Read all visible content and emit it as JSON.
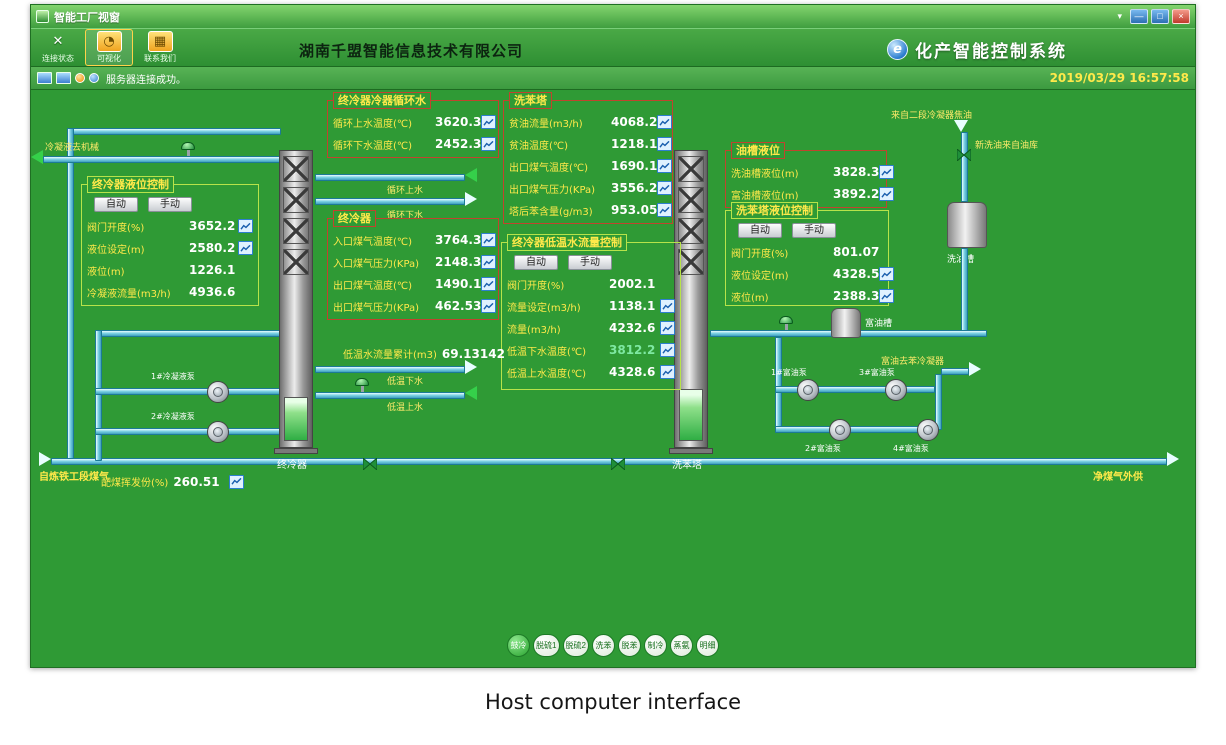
{
  "window": {
    "title": "智能工厂视窗",
    "caret": "▾",
    "minimize": "—",
    "maximize": "□",
    "close": "×"
  },
  "toolbar": {
    "buttons": [
      {
        "label": "连接状态",
        "glyph": "✕"
      },
      {
        "label": "可视化",
        "glyph": "◔"
      },
      {
        "label": "联系我们",
        "glyph": "▦"
      }
    ],
    "company": "湖南千盟智能信息技术有限公司",
    "logo_glyph": "e",
    "system_name": "化产智能控制系统"
  },
  "statusbar": {
    "message": "服务器连接成功。",
    "datetime": "2019/03/29 16:57:58"
  },
  "mode_buttons": {
    "auto": "自动",
    "manual": "手动"
  },
  "panels": {
    "circ": {
      "title": "终冷器冷器循环水",
      "rows": [
        {
          "label": "循环上水温度(℃)",
          "value": "3620.3",
          "icon": true
        },
        {
          "label": "循环下水温度(℃)",
          "value": "2452.3",
          "icon": true
        }
      ]
    },
    "tower_wash": {
      "title": "洗苯塔",
      "rows": [
        {
          "label": "贫油流量(m3/h)",
          "value": "4068.2",
          "icon": true
        },
        {
          "label": "贫油温度(℃)",
          "value": "1218.1",
          "icon": true
        },
        {
          "label": "出口煤气温度(℃)",
          "value": "1690.1",
          "icon": true
        },
        {
          "label": "出口煤气压力(KPa)",
          "value": "3556.2",
          "icon": true
        },
        {
          "label": "塔后苯含量(g/m3)",
          "value": "953.05",
          "icon": true
        }
      ]
    },
    "oil_tanks": {
      "title": "油槽液位",
      "rows": [
        {
          "label": "洗油槽液位(m)",
          "value": "3828.3",
          "icon": true
        },
        {
          "label": "富油槽液位(m)",
          "value": "3892.2",
          "icon": true
        }
      ]
    },
    "cooler_level": {
      "title": "终冷器液位控制",
      "rows": [
        {
          "label": "阀门开度(%)",
          "value": "3652.2",
          "icon": true
        },
        {
          "label": "液位设定(m)",
          "value": "2580.2",
          "icon": true
        },
        {
          "label": "液位(m)",
          "value": "1226.1",
          "icon": false
        },
        {
          "label": "冷凝液流量(m3/h)",
          "value": "4936.6",
          "icon": false
        }
      ]
    },
    "cooler": {
      "title": "终冷器",
      "rows": [
        {
          "label": "入口煤气温度(℃)",
          "value": "3764.3",
          "icon": true
        },
        {
          "label": "入口煤气压力(KPa)",
          "value": "2148.3",
          "icon": true
        },
        {
          "label": "出口煤气温度(℃)",
          "value": "1490.1",
          "icon": true
        },
        {
          "label": "出口煤气压力(KPa)",
          "value": "462.53",
          "icon": true
        }
      ]
    },
    "flow_ctrl": {
      "title": "终冷器低温水流量控制",
      "rows": [
        {
          "label": "阀门开度(%)",
          "value": "2002.1",
          "icon": false
        },
        {
          "label": "流量设定(m3/h)",
          "value": "1138.1",
          "icon": true
        },
        {
          "label": "流量(m3/h)",
          "value": "4232.6",
          "icon": true
        },
        {
          "label": "低温下水温度(℃)",
          "value": "3812.2",
          "icon": true,
          "value_style": "color:#7ee8a2"
        },
        {
          "label": "低温上水温度(℃)",
          "value": "4328.6",
          "icon": true
        }
      ]
    },
    "wash_level": {
      "title": "洗苯塔液位控制",
      "rows": [
        {
          "label": "阀门开度(%)",
          "value": "801.07",
          "icon": false
        },
        {
          "label": "液位设定(m)",
          "value": "4328.5",
          "icon": true
        },
        {
          "label": "液位(m)",
          "value": "2388.3",
          "icon": true
        }
      ]
    }
  },
  "standalone": {
    "flow_total": {
      "label": "低温水流量累计(m3)",
      "value": "69.13142"
    },
    "coal": {
      "label": "配煤挥发份(%)",
      "value": "260.51",
      "icon": true
    }
  },
  "pipe_labels": {
    "condensate_out": "冷凝液去机械",
    "circ_up": "循环上水",
    "circ_down": "循环下水",
    "lt_down": "低温下水",
    "lt_up": "低温上水",
    "gas_in": "自炼铁工段煤气",
    "gas_out": "净煤气外供",
    "tar_in": "来自二段冷凝器焦油",
    "fresh_oil": "新洗油来自油库",
    "rich_oil_out": "富油去苯冷凝器"
  },
  "equipment": {
    "tower1": "终冷器",
    "tower2": "洗苯塔",
    "tank_wash": "洗油槽",
    "tank_rich": "富油槽",
    "pumps": [
      "1#冷凝液泵",
      "2#冷凝液泵",
      "1#富油泵",
      "3#富油泵",
      "2#富油泵",
      "4#富油泵"
    ]
  },
  "bottom_nav": {
    "items": [
      "鼓冷",
      "脱硫1",
      "脱硫2",
      "洗苯",
      "脱苯",
      "制冷",
      "蒸氨",
      "明细"
    ]
  },
  "caption": "Host computer interface"
}
